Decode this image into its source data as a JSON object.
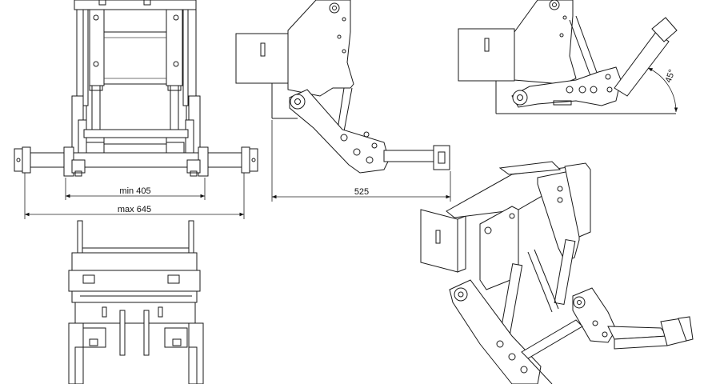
{
  "dimensions": {
    "min_width": "min 405",
    "max_width": "max 645",
    "length": "525",
    "tilt_angle": "45°"
  }
}
